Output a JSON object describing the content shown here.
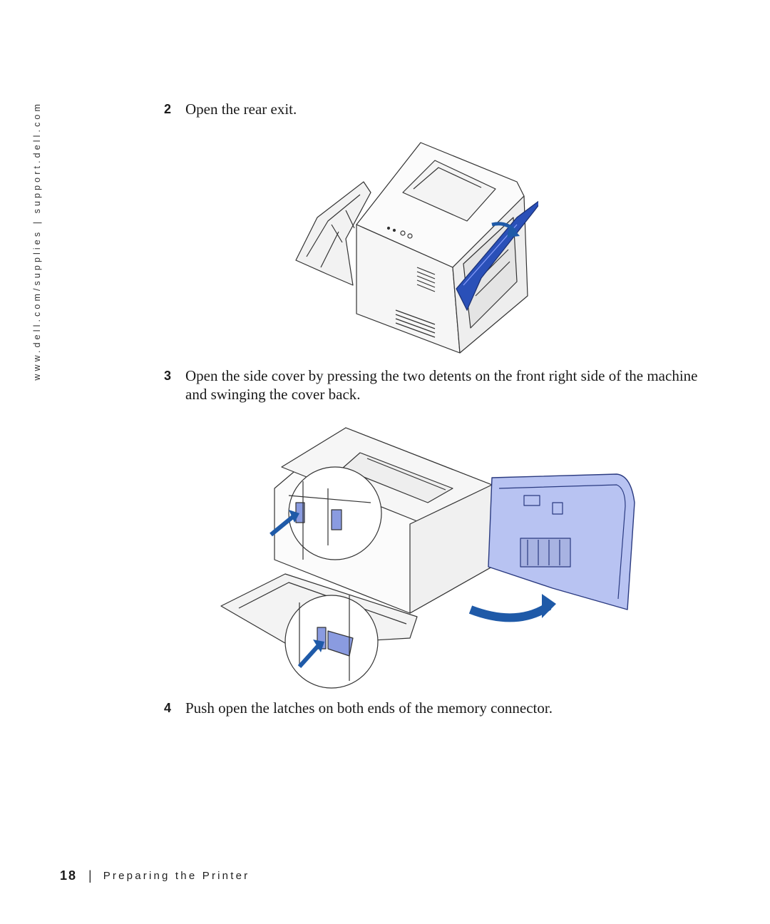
{
  "sidebar": {
    "url_text": "www.dell.com/supplies | support.dell.com"
  },
  "steps": [
    {
      "number": "2",
      "text": "Open the rear exit."
    },
    {
      "number": "3",
      "text": "Open the side cover by pressing the two detents on the front right side of the machine and swinging the cover back."
    },
    {
      "number": "4",
      "text": "Push open the latches on both ends of the memory connector."
    }
  ],
  "footer": {
    "page_number": "18",
    "separator": "|",
    "section_title": "Preparing the Printer"
  },
  "colors": {
    "accent_blue": "#1f5aa8",
    "part_blue": "#8a9be0",
    "cover_blue": "#b8c3f2",
    "line": "#333333"
  }
}
